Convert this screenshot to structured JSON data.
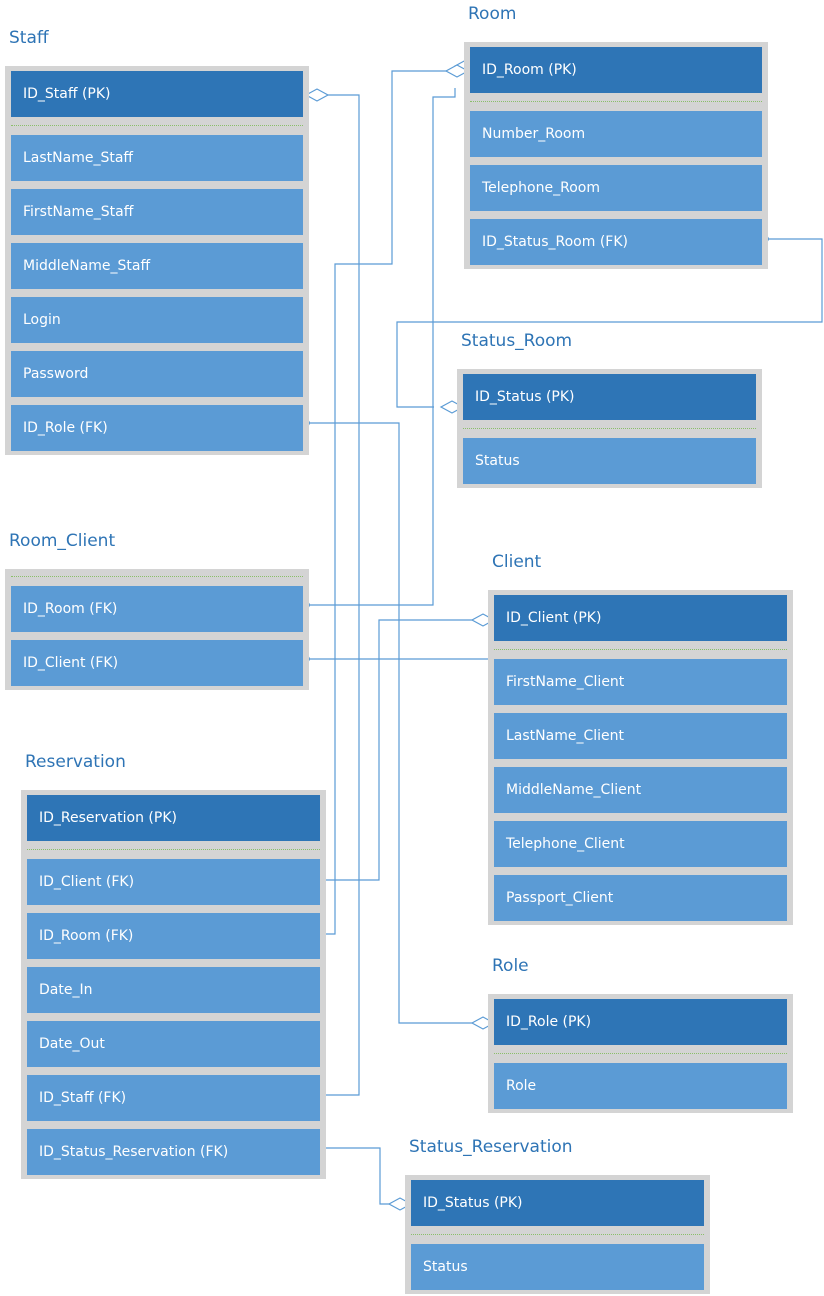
{
  "entities": {
    "staff": {
      "title": "Staff",
      "pk": "ID_Staff (PK)",
      "fields": [
        "LastName_Staff",
        "FirstName_Staff",
        "MiddleName_Staff",
        "Login",
        "Password",
        "ID_Role (FK)"
      ]
    },
    "room": {
      "title": "Room",
      "pk": "ID_Room (PK)",
      "fields": [
        "Number_Room",
        "Telephone_Room",
        "ID_Status_Room (FK)"
      ]
    },
    "status_room": {
      "title": "Status_Room",
      "pk": "ID_Status (PK)",
      "fields": [
        "Status"
      ]
    },
    "room_client": {
      "title": "Room_Client",
      "fields": [
        "ID_Room (FK)",
        "ID_Client (FK)"
      ]
    },
    "client": {
      "title": "Client",
      "pk": "ID_Client (PK)",
      "fields": [
        "FirstName_Client",
        "LastName_Client",
        "MiddleName_Client",
        "Telephone_Client",
        "Passport_Client"
      ]
    },
    "reservation": {
      "title": "Reservation",
      "pk": "ID_Reservation (PK)",
      "fields": [
        "ID_Client (FK)",
        "ID_Room (FK)",
        "Date_In",
        "Date_Out",
        "ID_Staff (FK)",
        "ID_Status_Reservation (FK)"
      ]
    },
    "role": {
      "title": "Role",
      "pk": "ID_Role (PK)",
      "fields": [
        "Role"
      ]
    },
    "status_reservation": {
      "title": "Status_Reservation",
      "pk": "ID_Status (PK)",
      "fields": [
        "Status"
      ]
    }
  },
  "colors": {
    "primary_key_fill": "#2e75b6",
    "attribute_fill": "#5b9bd5",
    "entity_frame": "#d4d4d4",
    "title_text": "#2e74b5",
    "connector_line": "#5b9bd5",
    "separator": "#8bbf6a"
  },
  "relationships": [
    {
      "from": "Staff.ID_Role (FK)",
      "to": "Role.ID_Role (PK)"
    },
    {
      "from": "Room.ID_Status_Room (FK)",
      "to": "Status_Room.ID_Status (PK)"
    },
    {
      "from": "Room_Client.ID_Room (FK)",
      "to": "Room.ID_Room (PK)"
    },
    {
      "from": "Room_Client.ID_Client (FK)",
      "to": "Client.ID_Client (PK)"
    },
    {
      "from": "Reservation.ID_Client (FK)",
      "to": "Client.ID_Client (PK)"
    },
    {
      "from": "Reservation.ID_Room (FK)",
      "to": "Room.ID_Room (PK)"
    },
    {
      "from": "Reservation.ID_Staff (FK)",
      "to": "Staff.ID_Staff (PK)"
    },
    {
      "from": "Reservation.ID_Status_Reservation (FK)",
      "to": "Status_Reservation.ID_Status (PK)"
    }
  ]
}
